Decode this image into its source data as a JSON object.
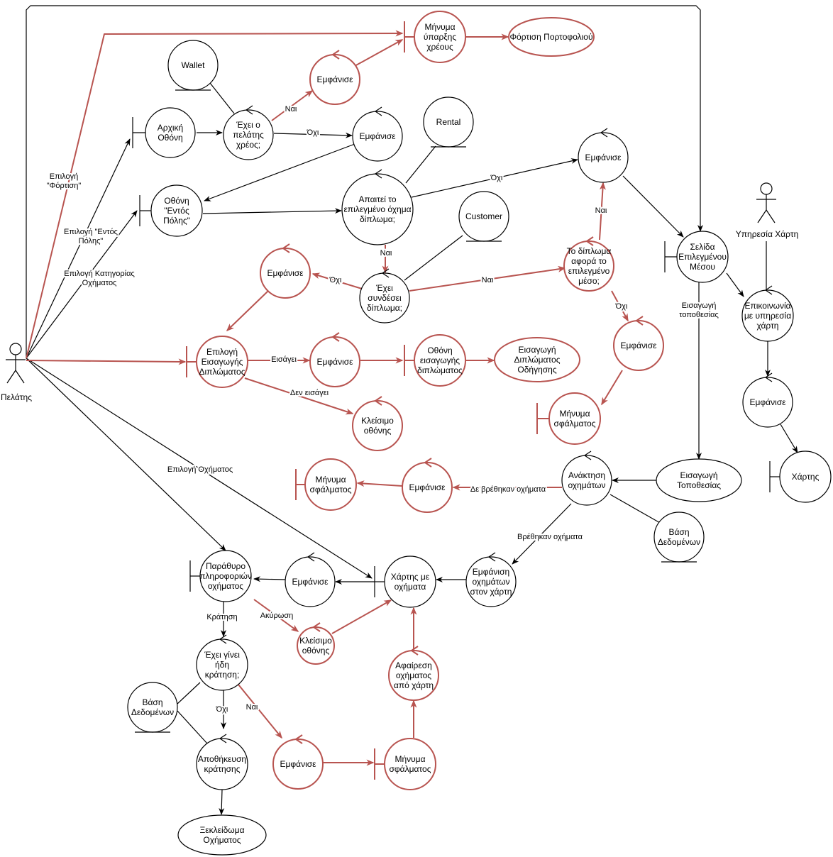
{
  "colors": {
    "default": "#000000",
    "highlight": "#b85450",
    "background": "#ffffff"
  },
  "actors": {
    "customer": "Πελάτης",
    "map_service": "Υπηρεσία Χάρτη"
  },
  "nodes": {
    "wallet": [
      "Wallet"
    ],
    "has_debt": [
      "Έχει ο",
      "πελάτης",
      "χρέος;"
    ],
    "home_screen": [
      "Αρχική",
      "Οθόνη"
    ],
    "show_debt": [
      "Εμφάνισε"
    ],
    "show_no_debt": [
      "Εμφάνισε"
    ],
    "debt_message": [
      "Μήνυμα",
      "ύπαρξης",
      "χρέους"
    ],
    "wallet_charge": [
      "Φόρτιση Πορτοφολιού"
    ],
    "rental": [
      "Rental"
    ],
    "city_screen": [
      "Οθόνη",
      "\"Εντός",
      "Πόλης\""
    ],
    "requires_license": [
      "Απαιτεί το",
      "επιλεγμένο όχημα",
      "δίπλωμα;"
    ],
    "customer_entity": [
      "Customer"
    ],
    "show_no_license_needed": [
      "Εμφάνισε"
    ],
    "selected_vehicle_page": [
      "Σελίδα",
      "Επιλεγμένου",
      "Μέσου"
    ],
    "show_insert_prompt": [
      "Εμφάνισε"
    ],
    "has_license": [
      "Έχει",
      "συνδέσει",
      "δίπλωμα;"
    ],
    "license_matches": [
      "Το δίπλωμα",
      "αφορά το",
      "επιλεγμένο",
      "μέσο;"
    ],
    "map_contact": [
      "Επικοινωνία",
      "με υπηρεσία",
      "χάρτη"
    ],
    "show_mismatch": [
      "Εμφάνισε"
    ],
    "license_insert_choice": [
      "Επιλογή",
      "Εισαγωγής",
      "Διπλώματος"
    ],
    "show_insert_screen": [
      "Εμφάνισε"
    ],
    "license_insert_screen": [
      "Οθόνη",
      "εισαγωγής",
      "διπλώματος"
    ],
    "enter_driving_license": [
      "Εισαγωγή",
      "Διπλώματος",
      "Οδήγησης"
    ],
    "close_screen_license": [
      "Κλείσιμο",
      "οθόνης"
    ],
    "show_map": [
      "Εμφάνισε"
    ],
    "error_message_license": [
      "Μήνυμα",
      "σφάλματος"
    ],
    "map": [
      "Χάρτης"
    ],
    "enter_location": [
      "Εισαγωγή",
      "Τοποθεσίας"
    ],
    "fetch_vehicles": [
      "Ανάκτηση",
      "οχημάτων"
    ],
    "show_no_vehicles": [
      "Εμφάνισε"
    ],
    "error_message_vehicles": [
      "Μήνυμα",
      "σφάλματος"
    ],
    "database_vehicles": [
      "Βάση",
      "Δεδομένων"
    ],
    "show_vehicles_on_map": [
      "Εμφάνιση",
      "οχημάτων",
      "στον χάρτη"
    ],
    "vehicles_map": [
      "Χάρτης με",
      "οχήματα"
    ],
    "show_info_window": [
      "Εμφάνισε"
    ],
    "vehicle_info_window": [
      "Παράθυρο",
      "πληροφοριών",
      "οχήματος"
    ],
    "close_screen_info": [
      "Κλείσιμο",
      "οθόνης"
    ],
    "already_booked": [
      "Έχει γίνει",
      "ήδη",
      "κράτηση;"
    ],
    "remove_vehicle_from_map": [
      "Αφαίρεση",
      "οχήματος",
      "από χάρτη"
    ],
    "database_bookings": [
      "Βάση",
      "Δεδομένων"
    ],
    "save_booking": [
      "Αποθήκευση",
      "κράτησης"
    ],
    "show_booking_error": [
      "Εμφάνισε"
    ],
    "error_message_booking": [
      "Μήνυμα",
      "σφάλματος"
    ],
    "unlock_vehicle": [
      "Ξεκλείδωμα",
      "Οχήματος"
    ]
  },
  "edge_labels": {
    "charge_option": [
      "Επιλογή",
      "\"Φόρτιση\""
    ],
    "city_option": [
      "Επιλογή \"Εντός",
      "Πόλης\""
    ],
    "category_option": [
      "Επιλογή Κατηγορίας",
      "Οχήματος"
    ],
    "debt_yes": [
      "Ναι"
    ],
    "debt_no": [
      "Όχι"
    ],
    "license_required_no": [
      "Όχι"
    ],
    "license_required_yes": [
      "Ναι"
    ],
    "license_connected_no": [
      "Όχι"
    ],
    "license_connected_yes": [
      "Ναι"
    ],
    "license_matches_yes": [
      "Ναι"
    ],
    "license_matches_no": [
      "Όχι"
    ],
    "location_input": [
      "Εισαγωγή",
      "τοποθεσίας"
    ],
    "inserts": [
      "Εισάγει"
    ],
    "not_inserts": [
      "Δεν εισάγει"
    ],
    "no_vehicles_found": [
      "Δε βρέθηκαν οχήματα"
    ],
    "vehicle_option": [
      "Επιλογή Οχήματος"
    ],
    "vehicles_found": [
      "Βρέθηκαν οχήματα"
    ],
    "booking": [
      "Κράτηση"
    ],
    "cancel": [
      "Ακύρωση"
    ],
    "booked_no": [
      "Όχι"
    ],
    "booked_yes": [
      "Ναι"
    ]
  }
}
